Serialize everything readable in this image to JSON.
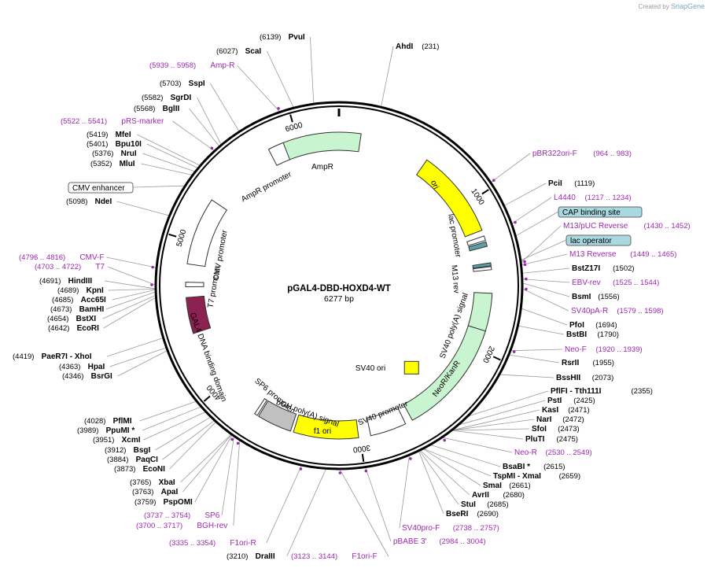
{
  "branding": {
    "prefix": "Created by",
    "name": "SnapGene"
  },
  "plasmid": {
    "name": "pGAL4-DBD-HOXD4-WT",
    "length": "6277 bp",
    "total_bp": 6277
  },
  "colors": {
    "enzyme": "#000000",
    "primer": "#9c27b0",
    "backbone": "#000000"
  },
  "ticks": [
    "1000",
    "2000",
    "3000",
    "4000",
    "5000",
    "6000"
  ],
  "features": [
    {
      "name": "AmpR",
      "start": 5805,
      "end": 145,
      "color": "#c8f5d0",
      "dir": "rev",
      "inner": 0
    },
    {
      "name": "AmpR promoter",
      "start": 5905,
      "end": 5800,
      "color": "#ffffff",
      "dir": "fwd",
      "inner": 0
    },
    {
      "name": "ori",
      "start": 610,
      "end": 1200,
      "color": "#ffff00",
      "dir": "fwd",
      "inner": 0
    },
    {
      "name": "CMV promoter",
      "start": 5300,
      "end": 4850,
      "color": "#ffffff",
      "dir": "fwd",
      "inner": 0
    },
    {
      "name": "T7 promoter",
      "start": 4730,
      "end": 4700,
      "color": "#ffffff",
      "dir": "fwd",
      "inner": 0
    },
    {
      "name": "GAL4 DNA binding domain",
      "start": 4630,
      "end": 4390,
      "color": "#8b2252",
      "dir": "fwd",
      "inner": 0
    },
    {
      "name": "SV40 poly(A) signal",
      "start": 1870,
      "end": 1620,
      "color": "#c8f5d0",
      "dir": "rev",
      "inner": 0
    },
    {
      "name": "NeoR/KanR",
      "start": 2640,
      "end": 1870,
      "color": "#c8f5d0",
      "dir": "rev",
      "inner": 0
    },
    {
      "name": "SV40 promoter",
      "start": 2930,
      "end": 2690,
      "color": "#ffffff",
      "dir": "rev",
      "inner": 0
    },
    {
      "name": "f1 ori",
      "start": 3440,
      "end": 3010,
      "color": "#ffff00",
      "dir": "rev",
      "inner": 0
    },
    {
      "name": "bGH poly(A) signal",
      "start": 3690,
      "end": 3460,
      "color": "#c0c0c0",
      "dir": "none",
      "inner": 0
    },
    {
      "name": "SP6 promoter",
      "start": 3720,
      "end": 3700,
      "color": "#ffffff",
      "dir": "rev",
      "inner": 0
    },
    {
      "name": "lac promoter",
      "start": 1240,
      "end": 1270,
      "color": "#ffffff",
      "dir": "rev",
      "inner": 0
    },
    {
      "name": "CAP binding site",
      "start": 1280,
      "end": 1310,
      "color": "#5aa0a8",
      "dir": "none",
      "inner": 0
    },
    {
      "name": "lac operator",
      "start": 1420,
      "end": 1440,
      "color": "#5aa0a8",
      "dir": "none",
      "inner": 0
    },
    {
      "name": "M13 rev",
      "start": 1465,
      "end": 1445,
      "color": "#ffffff",
      "dir": "rev",
      "inner": 0
    },
    {
      "name": "SV40 ori",
      "start": 2420,
      "end": 2420,
      "color": "#ffff00",
      "dir": "none",
      "inner": 1
    }
  ],
  "feature_labels": [
    {
      "text": "AmpR"
    },
    {
      "text": "AmpR promoter"
    },
    {
      "text": "ori"
    },
    {
      "text": "lac promoter"
    },
    {
      "text": "M13 rev"
    },
    {
      "text": "CMV promoter"
    },
    {
      "text": "T7 promoter"
    },
    {
      "text": "GAL4 DNA binding domain"
    },
    {
      "text": "SP6 promoter"
    },
    {
      "text": "bGH poly(A) signal"
    },
    {
      "text": "f1 ori"
    },
    {
      "text": "SV40 promoter"
    },
    {
      "text": "SV40 ori"
    },
    {
      "text": "NeoR/KanR"
    },
    {
      "text": "SV40 poly(A) signal"
    }
  ],
  "markers": [
    {
      "kind": "enzyme",
      "name": "PvuI",
      "pos": "(6139)",
      "bp": 6139
    },
    {
      "kind": "enzyme",
      "name": "ScaI",
      "pos": "(6027)",
      "bp": 6027
    },
    {
      "kind": "primer",
      "name": "Amp-R",
      "pos": "(5939 .. 5958)",
      "bp": 5948
    },
    {
      "kind": "enzyme",
      "name": "SspI",
      "pos": "(5703)",
      "bp": 5703
    },
    {
      "kind": "enzyme",
      "name": "SgrDI",
      "pos": "(5582)",
      "bp": 5582
    },
    {
      "kind": "enzyme",
      "name": "BglII",
      "pos": "(5568)",
      "bp": 5568
    },
    {
      "kind": "primer",
      "name": "pRS-marker",
      "pos": "(5522 .. 5541)",
      "bp": 5531
    },
    {
      "kind": "enzyme",
      "name": "MfeI",
      "pos": "(5419)",
      "bp": 5419
    },
    {
      "kind": "enzyme",
      "name": "Bpu10I",
      "pos": "(5401)",
      "bp": 5401
    },
    {
      "kind": "enzyme",
      "name": "NruI",
      "pos": "(5376)",
      "bp": 5376
    },
    {
      "kind": "enzyme",
      "name": "MluI",
      "pos": "(5352)",
      "bp": 5352
    },
    {
      "kind": "feature",
      "name": "CMV enhancer",
      "pos": "",
      "bp": 5280
    },
    {
      "kind": "enzyme",
      "name": "NdeI",
      "pos": "(5098)",
      "bp": 5098
    },
    {
      "kind": "primer",
      "name": "CMV-F",
      "pos": "(4796 .. 4816)",
      "bp": 4806
    },
    {
      "kind": "primer",
      "name": "T7",
      "pos": "(4703 .. 4722)",
      "bp": 4712
    },
    {
      "kind": "enzyme",
      "name": "HindIII",
      "pos": "(4691)",
      "bp": 4691
    },
    {
      "kind": "enzyme",
      "name": "KpnI",
      "pos": "(4689)",
      "bp": 4689
    },
    {
      "kind": "enzyme",
      "name": "Acc65I",
      "pos": "(4685)",
      "bp": 4685
    },
    {
      "kind": "enzyme",
      "name": "BamHI",
      "pos": "(4673)",
      "bp": 4673
    },
    {
      "kind": "enzyme",
      "name": "BstXI",
      "pos": "(4654)",
      "bp": 4654
    },
    {
      "kind": "enzyme",
      "name": "EcoRI",
      "pos": "(4642)",
      "bp": 4642
    },
    {
      "kind": "enzyme",
      "name": "PaeR7I - XhoI",
      "pos": "(4419)",
      "bp": 4419
    },
    {
      "kind": "enzyme",
      "name": "HpaI",
      "pos": "(4363)",
      "bp": 4363
    },
    {
      "kind": "enzyme",
      "name": "BsrGI",
      "pos": "(4346)",
      "bp": 4346
    },
    {
      "kind": "enzyme",
      "name": "PflMI",
      "pos": "(4028)",
      "bp": 4028
    },
    {
      "kind": "enzyme",
      "name": "PpuMI *",
      "pos": "(3989)",
      "bp": 3989
    },
    {
      "kind": "enzyme",
      "name": "XcmI",
      "pos": "(3951)",
      "bp": 3951
    },
    {
      "kind": "enzyme",
      "name": "BsgI",
      "pos": "(3912)",
      "bp": 3912
    },
    {
      "kind": "enzyme",
      "name": "PaqCI",
      "pos": "(3884)",
      "bp": 3884
    },
    {
      "kind": "enzyme",
      "name": "EcoNI",
      "pos": "(3873)",
      "bp": 3873
    },
    {
      "kind": "enzyme",
      "name": "XbaI",
      "pos": "(3765)",
      "bp": 3765
    },
    {
      "kind": "enzyme",
      "name": "ApaI",
      "pos": "(3763)",
      "bp": 3763
    },
    {
      "kind": "enzyme",
      "name": "PspOMI",
      "pos": "(3759)",
      "bp": 3759
    },
    {
      "kind": "primer",
      "name": "SP6",
      "pos": "(3737 .. 3754)",
      "bp": 3745
    },
    {
      "kind": "primer",
      "name": "BGH-rev",
      "pos": "(3700 .. 3717)",
      "bp": 3708
    },
    {
      "kind": "primer",
      "name": "F1ori-R",
      "pos": "(3335 .. 3354)",
      "bp": 3344
    },
    {
      "kind": "enzyme",
      "name": "DraIII",
      "pos": "(3210)",
      "bp": 3210
    },
    {
      "kind": "primer",
      "name": "F1ori-F",
      "pos": "(3123 .. 3144)",
      "bp": 3133
    },
    {
      "kind": "primer",
      "name": "pBABE 3'",
      "pos": "(2984 .. 3004)",
      "bp": 2994
    },
    {
      "kind": "primer",
      "name": "SV40pro-F",
      "pos": "(2738 .. 2757)",
      "bp": 2747
    },
    {
      "kind": "enzyme",
      "name": "BseRI",
      "pos": "(2690)",
      "bp": 2690
    },
    {
      "kind": "enzyme",
      "name": "StuI",
      "pos": "(2685)",
      "bp": 2685
    },
    {
      "kind": "enzyme",
      "name": "AvrII",
      "pos": "(2680)",
      "bp": 2680
    },
    {
      "kind": "enzyme",
      "name": "SmaI",
      "pos": "(2661)",
      "bp": 2661
    },
    {
      "kind": "enzyme",
      "name": "TspMI - XmaI",
      "pos": "(2659)",
      "bp": 2659
    },
    {
      "kind": "enzyme",
      "name": "BsaBI *",
      "pos": "(2615)",
      "bp": 2615
    },
    {
      "kind": "primer",
      "name": "Neo-R",
      "pos": "(2530 .. 2549)",
      "bp": 2540
    },
    {
      "kind": "enzyme",
      "name": "PluTI",
      "pos": "(2475)",
      "bp": 2475
    },
    {
      "kind": "enzyme",
      "name": "SfoI",
      "pos": "(2473)",
      "bp": 2473
    },
    {
      "kind": "enzyme",
      "name": "NarI",
      "pos": "(2472)",
      "bp": 2472
    },
    {
      "kind": "enzyme",
      "name": "KasI",
      "pos": "(2471)",
      "bp": 2471
    },
    {
      "kind": "enzyme",
      "name": "PstI",
      "pos": "(2425)",
      "bp": 2425
    },
    {
      "kind": "enzyme",
      "name": "PflFI - Tth111I",
      "pos": "(2355)",
      "bp": 2355
    },
    {
      "kind": "enzyme",
      "name": "BssHII",
      "pos": "(2073)",
      "bp": 2073
    },
    {
      "kind": "enzyme",
      "name": "RsrII",
      "pos": "(1955)",
      "bp": 1955
    },
    {
      "kind": "primer",
      "name": "Neo-F",
      "pos": "(1920 .. 1939)",
      "bp": 1930
    },
    {
      "kind": "enzyme",
      "name": "BstBI",
      "pos": "(1790)",
      "bp": 1790
    },
    {
      "kind": "enzyme",
      "name": "PfoI",
      "pos": "(1694)",
      "bp": 1694
    },
    {
      "kind": "primer",
      "name": "SV40pA-R",
      "pos": "(1579 .. 1598)",
      "bp": 1588
    },
    {
      "kind": "enzyme",
      "name": "BsmI",
      "pos": "(1556)",
      "bp": 1556
    },
    {
      "kind": "primer",
      "name": "EBV-rev",
      "pos": "(1525 .. 1544)",
      "bp": 1534
    },
    {
      "kind": "enzyme",
      "name": "BstZ17I",
      "pos": "(1502)",
      "bp": 1502
    },
    {
      "kind": "primer",
      "name": "M13 Reverse",
      "pos": "(1449 .. 1465)",
      "bp": 1457
    },
    {
      "kind": "feature",
      "name": "lac operator",
      "pos": "",
      "bp": 1430
    },
    {
      "kind": "primer",
      "name": "M13/pUC Reverse",
      "pos": "(1430 .. 1452)",
      "bp": 1441
    },
    {
      "kind": "feature",
      "name": "CAP binding site",
      "pos": "",
      "bp": 1295
    },
    {
      "kind": "primer",
      "name": "L4440",
      "pos": "(1217 .. 1234)",
      "bp": 1225
    },
    {
      "kind": "enzyme",
      "name": "PciI",
      "pos": "(1119)",
      "bp": 1119
    },
    {
      "kind": "primer",
      "name": "pBR322ori-F",
      "pos": "(964 .. 983)",
      "bp": 973
    },
    {
      "kind": "enzyme",
      "name": "AhdI",
      "pos": "(231)",
      "bp": 231
    }
  ]
}
